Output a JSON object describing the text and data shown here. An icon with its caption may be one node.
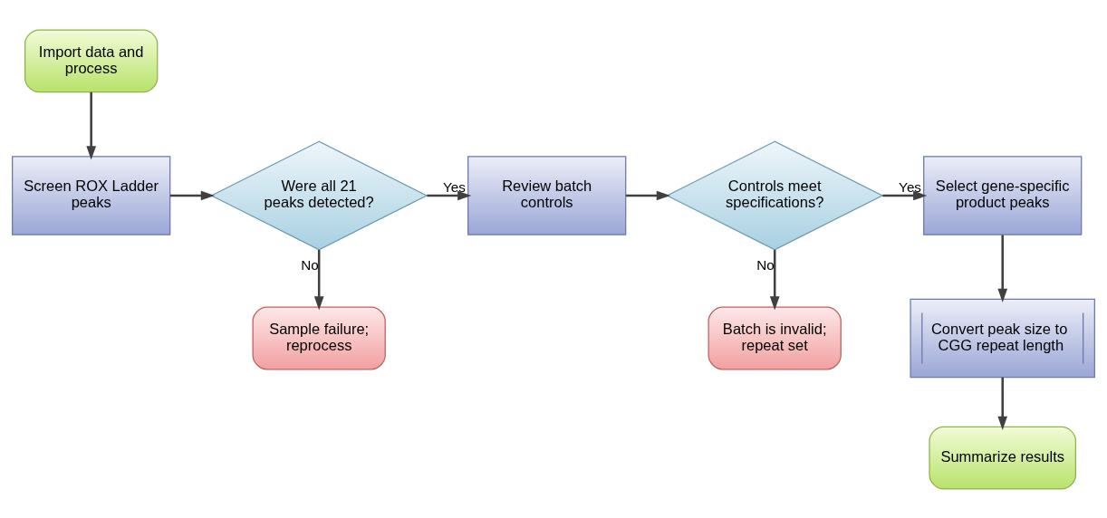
{
  "diagram": {
    "nodes": [
      {
        "text": [
          "Import data and process"
        ]
      },
      {
        "text": [
          "Screen ROX Ladder peaks"
        ]
      },
      {
        "text": [
          "Were all 21 peaks detected?"
        ]
      },
      {
        "text": [
          "Sample failure; reprocess"
        ]
      },
      {
        "text": [
          "Review batch controls"
        ]
      },
      {
        "text": [
          "Controls meet specifications?"
        ]
      },
      {
        "text": [
          "Batch is invalid; repeat set"
        ]
      },
      {
        "text": [
          "Select gene-specific product peaks"
        ]
      },
      {
        "text": [
          "Convert peak size to CGG repeat length"
        ]
      },
      {
        "text": [
          "Summarize results"
        ]
      }
    ],
    "edges": [
      {
        "from": 0,
        "to": 1,
        "arrow": "to"
      },
      {
        "from": 1,
        "to": 2,
        "arrow": "to"
      },
      {
        "from": 2,
        "to": 4,
        "arrow": "to",
        "label": "Yes"
      },
      {
        "from": 2,
        "to": 3,
        "arrow": "to",
        "label": "No"
      },
      {
        "from": 4,
        "to": 5,
        "arrow": "to"
      },
      {
        "from": 5,
        "to": 7,
        "arrow": "to",
        "label": "Yes"
      },
      {
        "from": 5,
        "to": 6,
        "arrow": "to",
        "label": "No"
      },
      {
        "from": 7,
        "to": 8,
        "arrow": "to"
      },
      {
        "from": 8,
        "to": 9,
        "arrow": "to"
      }
    ]
  }
}
